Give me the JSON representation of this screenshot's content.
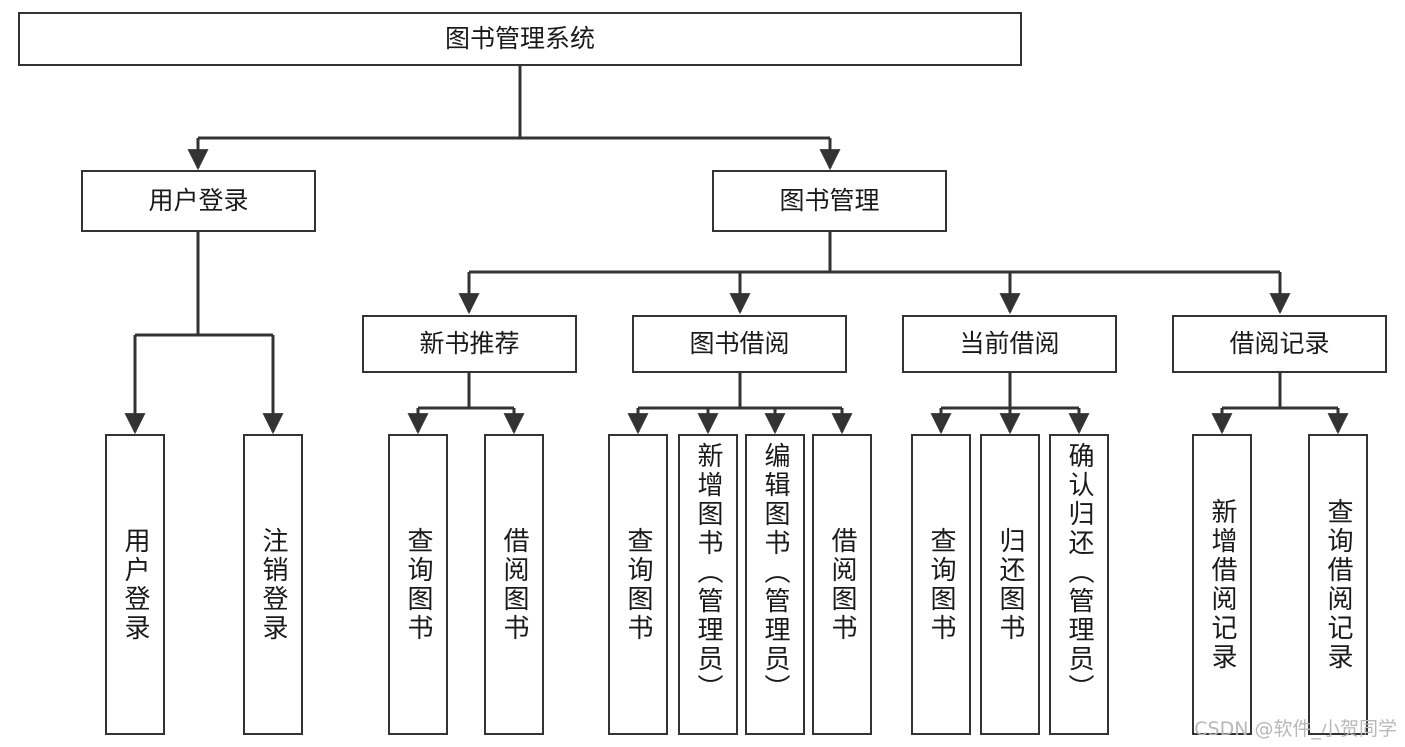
{
  "diagram": {
    "type": "tree-hierarchy-chart",
    "title": "图书管理系统",
    "root": {
      "id": "root",
      "label": "图书管理系统",
      "orientation": "horizontal"
    },
    "level2": [
      {
        "id": "user-login",
        "label": "用户登录",
        "orientation": "horizontal"
      },
      {
        "id": "book-manage",
        "label": "图书管理",
        "orientation": "horizontal"
      }
    ],
    "level3": [
      {
        "id": "new-book-recommend",
        "label": "新书推荐",
        "orientation": "horizontal",
        "parent": "book-manage"
      },
      {
        "id": "book-borrow",
        "label": "图书借阅",
        "orientation": "horizontal",
        "parent": "book-manage"
      },
      {
        "id": "current-borrow",
        "label": "当前借阅",
        "orientation": "horizontal",
        "parent": "book-manage"
      },
      {
        "id": "borrow-record",
        "label": "借阅记录",
        "orientation": "horizontal",
        "parent": "book-manage"
      }
    ],
    "leaves": [
      {
        "id": "leaf-user-login",
        "label": "用户登录",
        "parent": "user-login",
        "orientation": "vertical"
      },
      {
        "id": "leaf-user-logout",
        "label": "注销登录",
        "parent": "user-login",
        "orientation": "vertical"
      },
      {
        "id": "leaf-query-book-1",
        "label": "查询图书",
        "parent": "new-book-recommend",
        "orientation": "vertical"
      },
      {
        "id": "leaf-borrow-book-1",
        "label": "借阅图书",
        "parent": "new-book-recommend",
        "orientation": "vertical"
      },
      {
        "id": "leaf-query-book-2",
        "label": "查询图书",
        "parent": "book-borrow",
        "orientation": "vertical"
      },
      {
        "id": "leaf-add-book",
        "label": "新增图书（管理员）",
        "parent": "book-borrow",
        "orientation": "vertical"
      },
      {
        "id": "leaf-edit-book",
        "label": "编辑图书（管理员）",
        "parent": "book-borrow",
        "orientation": "vertical"
      },
      {
        "id": "leaf-borrow-book-2",
        "label": "借阅图书",
        "parent": "book-borrow",
        "orientation": "vertical"
      },
      {
        "id": "leaf-query-book-3",
        "label": "查询图书",
        "parent": "current-borrow",
        "orientation": "vertical"
      },
      {
        "id": "leaf-return-book",
        "label": "归还图书",
        "parent": "current-borrow",
        "orientation": "vertical"
      },
      {
        "id": "leaf-confirm-return",
        "label": "确认归还（管理员）",
        "parent": "current-borrow",
        "orientation": "vertical"
      },
      {
        "id": "leaf-add-record",
        "label": "新增借阅记录",
        "parent": "borrow-record",
        "orientation": "vertical"
      },
      {
        "id": "leaf-query-record",
        "label": "查询借阅记录",
        "parent": "borrow-record",
        "orientation": "vertical"
      }
    ],
    "colors": {
      "stroke": "#333333",
      "fill": "#ffffff",
      "text": "#1a1a1a",
      "watermark": "#b8b8b8"
    }
  },
  "watermark": {
    "text": "CSDN @软件_小贺同学"
  }
}
